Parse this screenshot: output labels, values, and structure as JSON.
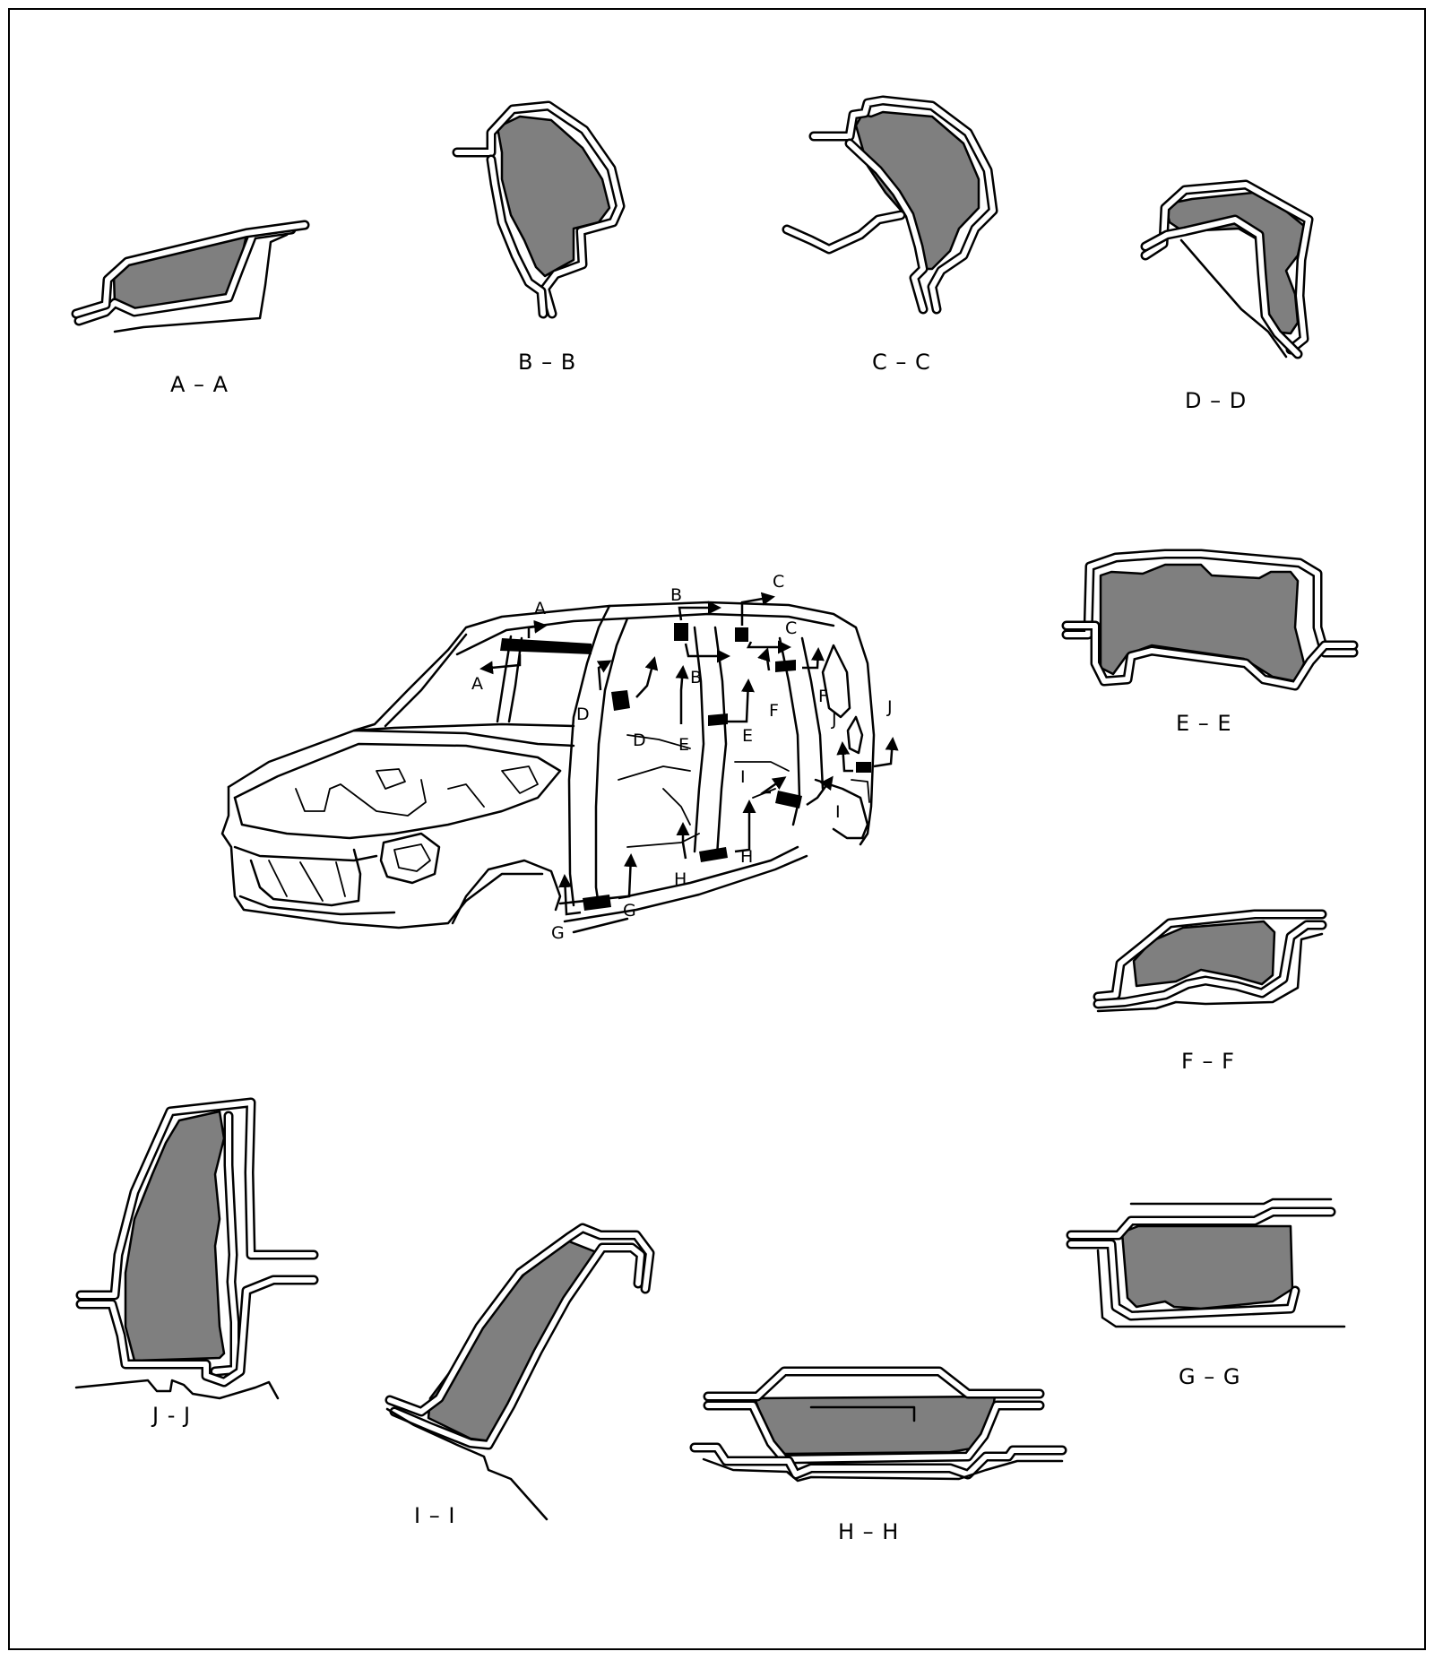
{
  "sections": {
    "aa": "A – A",
    "bb": "B – B",
    "cc": "C – C",
    "dd": "D – D",
    "ee": "E – E",
    "ff": "F – F",
    "gg": "G – G",
    "hh": "H – H",
    "ii": "I – I",
    "jj": "J - J"
  },
  "callouts": {
    "a": "A",
    "b": "B",
    "c": "C",
    "d": "D",
    "e": "E",
    "f": "F",
    "g": "G",
    "h": "H",
    "i": "I",
    "j": "J"
  },
  "colors": {
    "fill": "#7f7f7f",
    "line": "#000000"
  }
}
